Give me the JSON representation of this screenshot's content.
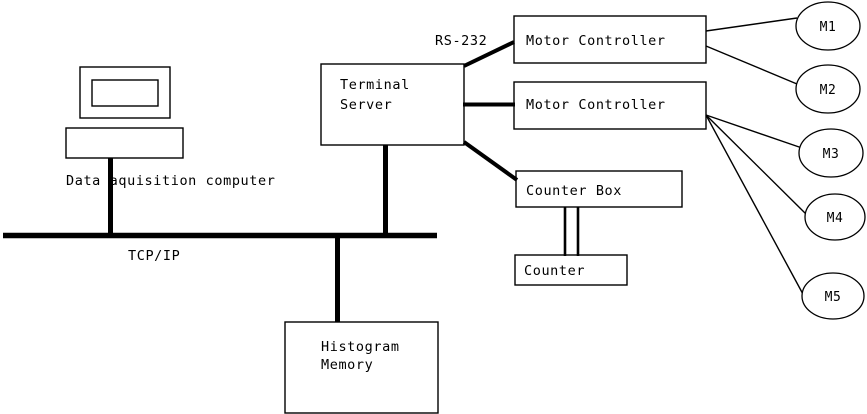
{
  "diagram": {
    "title": "Data acquisition system block diagram",
    "background_color": "#ffffff",
    "line_color": "#000000",
    "nodes": {
      "monitor": {
        "name": "monitor",
        "label": ""
      },
      "keyboard": {
        "name": "keyboard",
        "label": ""
      },
      "daq_computer_label": "Data  aquisition computer",
      "terminal_server": "Terminal\nServer",
      "terminal_server_line1": "Terminal",
      "terminal_server_line2": "Server",
      "motor_controller_1": "Motor Controller",
      "motor_controller_2": "Motor Controller",
      "counter_box": "Counter Box",
      "counter": "Counter",
      "histogram_memory_line1": "Histogram",
      "histogram_memory_line2": "Memory",
      "histogram_memory": "Histogram Memory"
    },
    "motors": [
      {
        "id": "m1",
        "label": "M1"
      },
      {
        "id": "m2",
        "label": "M2"
      },
      {
        "id": "m3",
        "label": "M3"
      },
      {
        "id": "m4",
        "label": "M4"
      },
      {
        "id": "m5",
        "label": "M5"
      }
    ],
    "link_labels": {
      "serial": "RS-232",
      "network": "TCP/IP"
    }
  }
}
